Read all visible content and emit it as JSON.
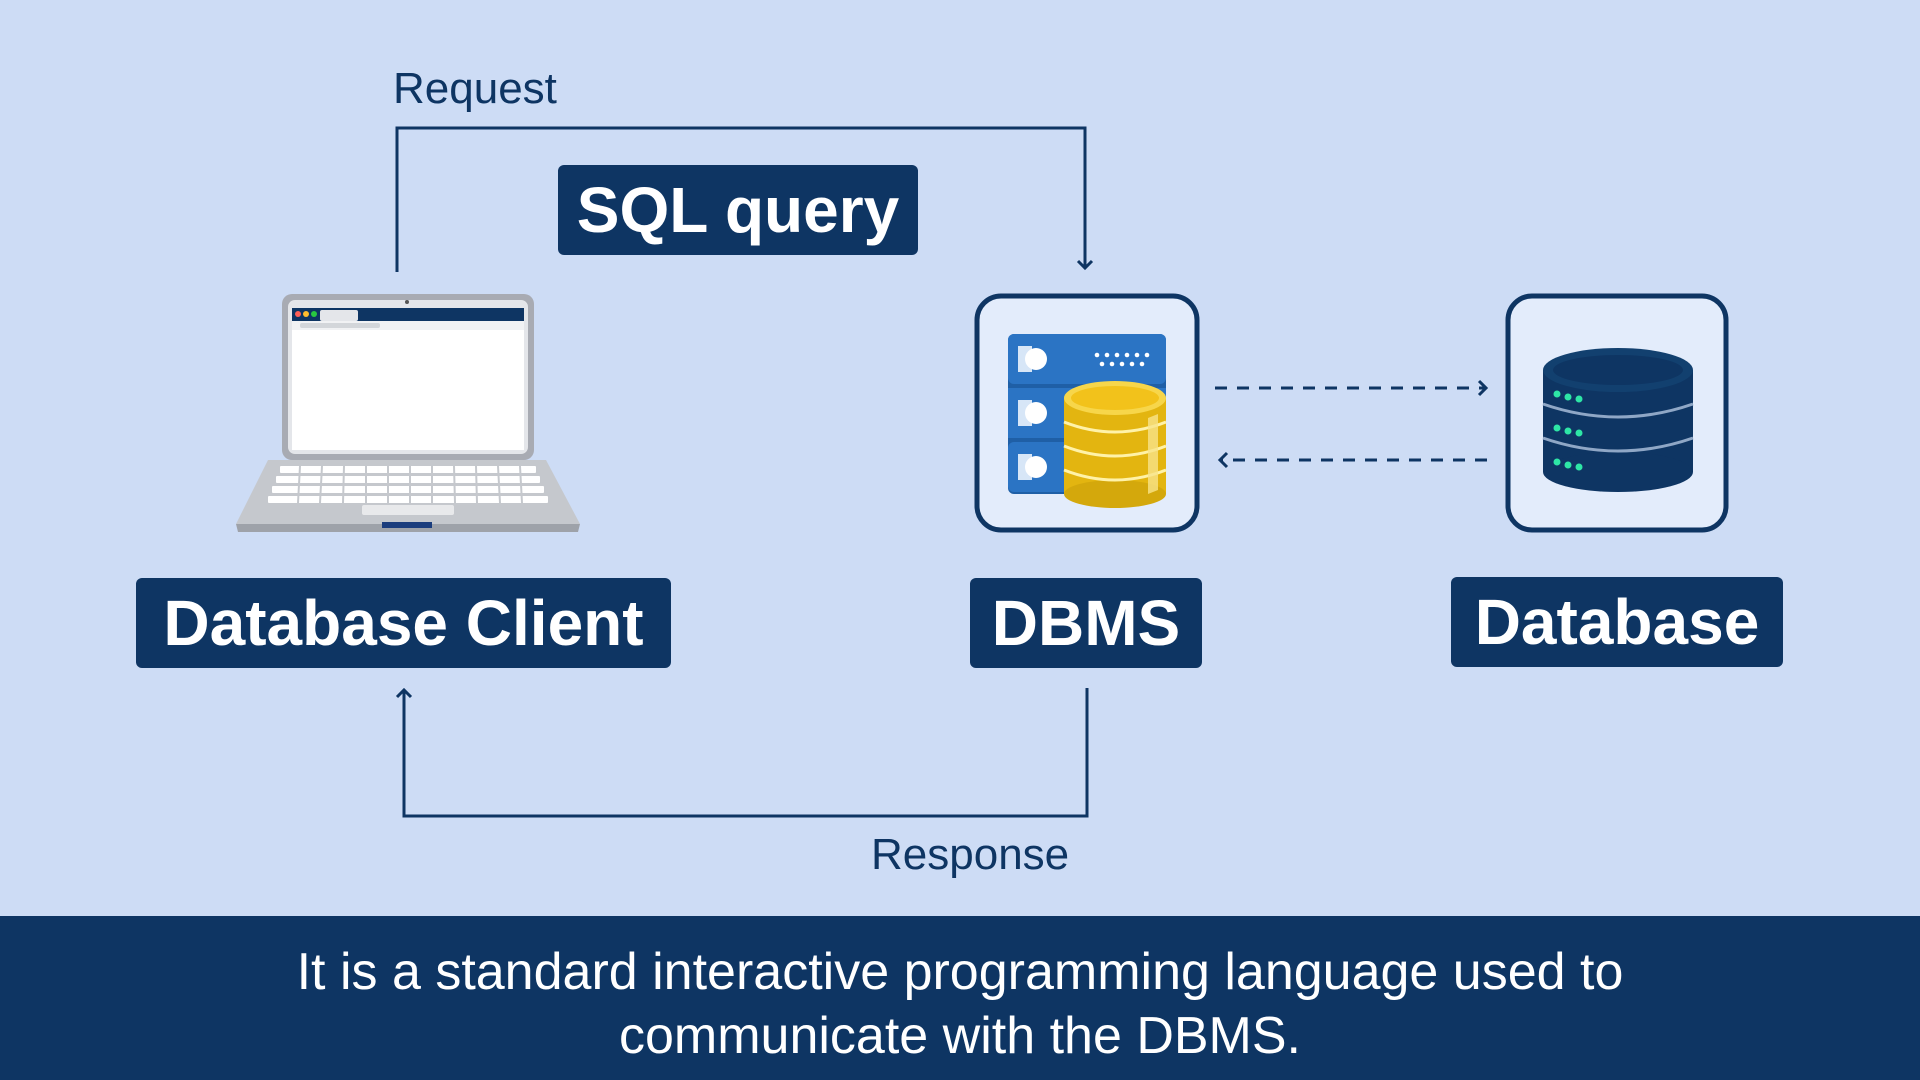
{
  "diagram": {
    "request_label": "Request",
    "query_label": "SQL query",
    "response_label": "Response",
    "client_label": "Database Client",
    "dbms_label": "DBMS",
    "database_label": "Database"
  },
  "icons": {
    "client": "laptop-icon",
    "dbms": "server-with-database-icon",
    "database": "database-cylinder-icon"
  },
  "caption": {
    "line1": "It is a standard interactive programming language used to",
    "line2": "communicate with the DBMS."
  },
  "colors": {
    "background": "#cddcf5",
    "navy": "#0e3563",
    "gold": "#f2c21b",
    "server_blue": "#1f5fa6",
    "accent_green": "#2ee6a6"
  }
}
